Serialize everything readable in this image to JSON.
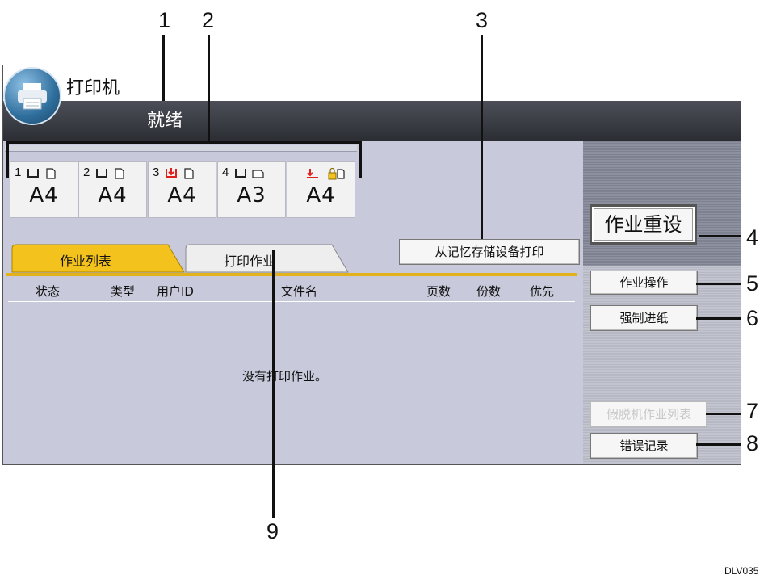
{
  "app": {
    "title": "打印机",
    "status": "就绪"
  },
  "trays": [
    {
      "number": "1",
      "size": "A4"
    },
    {
      "number": "2",
      "size": "A4"
    },
    {
      "number": "3",
      "size": "A4"
    },
    {
      "number": "4",
      "size": "A3"
    },
    {
      "number": "",
      "size": "A4"
    }
  ],
  "tabs": {
    "job_list": "作业列表",
    "print_jobs": "打印作业"
  },
  "buttons": {
    "print_from_memory": "从记忆存储设备打印",
    "job_reset": "作业重设",
    "job_operation": "作业操作",
    "form_feed": "强制进纸",
    "suspended_job_list": "假脱机作业列表",
    "error_log": "错误记录"
  },
  "table": {
    "columns": [
      "状态",
      "类型",
      "用户ID",
      "文件名",
      "页数",
      "份数",
      "优先"
    ],
    "empty_message": "没有打印作业。"
  },
  "callouts": [
    "1",
    "2",
    "3",
    "4",
    "5",
    "6",
    "7",
    "8",
    "9"
  ],
  "footer_code": "DLV035",
  "colors": {
    "tab_active": "#f4c21c",
    "status_bar": "#3a3d45",
    "main_bg": "#c8cadb",
    "arrow_red": "#e0201c"
  }
}
